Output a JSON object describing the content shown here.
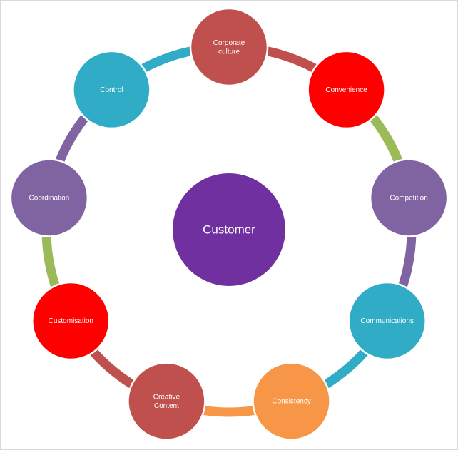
{
  "diagram": {
    "center": {
      "label": "Customer",
      "color": "#7030a0"
    },
    "nodes": [
      {
        "id": "corporate-culture",
        "lines": [
          "Corporate",
          "culture"
        ],
        "color": "#c0504d"
      },
      {
        "id": "convenience",
        "lines": [
          "Convenience"
        ],
        "color": "#ff0000"
      },
      {
        "id": "competition",
        "lines": [
          "Competition"
        ],
        "color": "#8064a2"
      },
      {
        "id": "communications",
        "lines": [
          "Communications"
        ],
        "color": "#31acc6"
      },
      {
        "id": "consistency",
        "lines": [
          "Consistency"
        ],
        "color": "#f79646"
      },
      {
        "id": "creative-content",
        "lines": [
          "Creative",
          "Content"
        ],
        "color": "#c0504d"
      },
      {
        "id": "customisation",
        "lines": [
          "Customisation"
        ],
        "color": "#ff0000"
      },
      {
        "id": "coordination",
        "lines": [
          "Coordination"
        ],
        "color": "#8064a2"
      },
      {
        "id": "control",
        "lines": [
          "Control"
        ],
        "color": "#31acc6"
      }
    ],
    "connectors": [
      {
        "from": "corporate-culture",
        "to": "convenience",
        "color": "#c0504d"
      },
      {
        "from": "convenience",
        "to": "competition",
        "color": "#9bbb59"
      },
      {
        "from": "competition",
        "to": "communications",
        "color": "#8064a2"
      },
      {
        "from": "communications",
        "to": "consistency",
        "color": "#31acc6"
      },
      {
        "from": "consistency",
        "to": "creative-content",
        "color": "#f79646"
      },
      {
        "from": "creative-content",
        "to": "customisation",
        "color": "#c0504d"
      },
      {
        "from": "customisation",
        "to": "coordination",
        "color": "#9bbb59"
      },
      {
        "from": "coordination",
        "to": "control",
        "color": "#8064a2"
      },
      {
        "from": "control",
        "to": "corporate-culture",
        "color": "#31acc6"
      }
    ]
  }
}
